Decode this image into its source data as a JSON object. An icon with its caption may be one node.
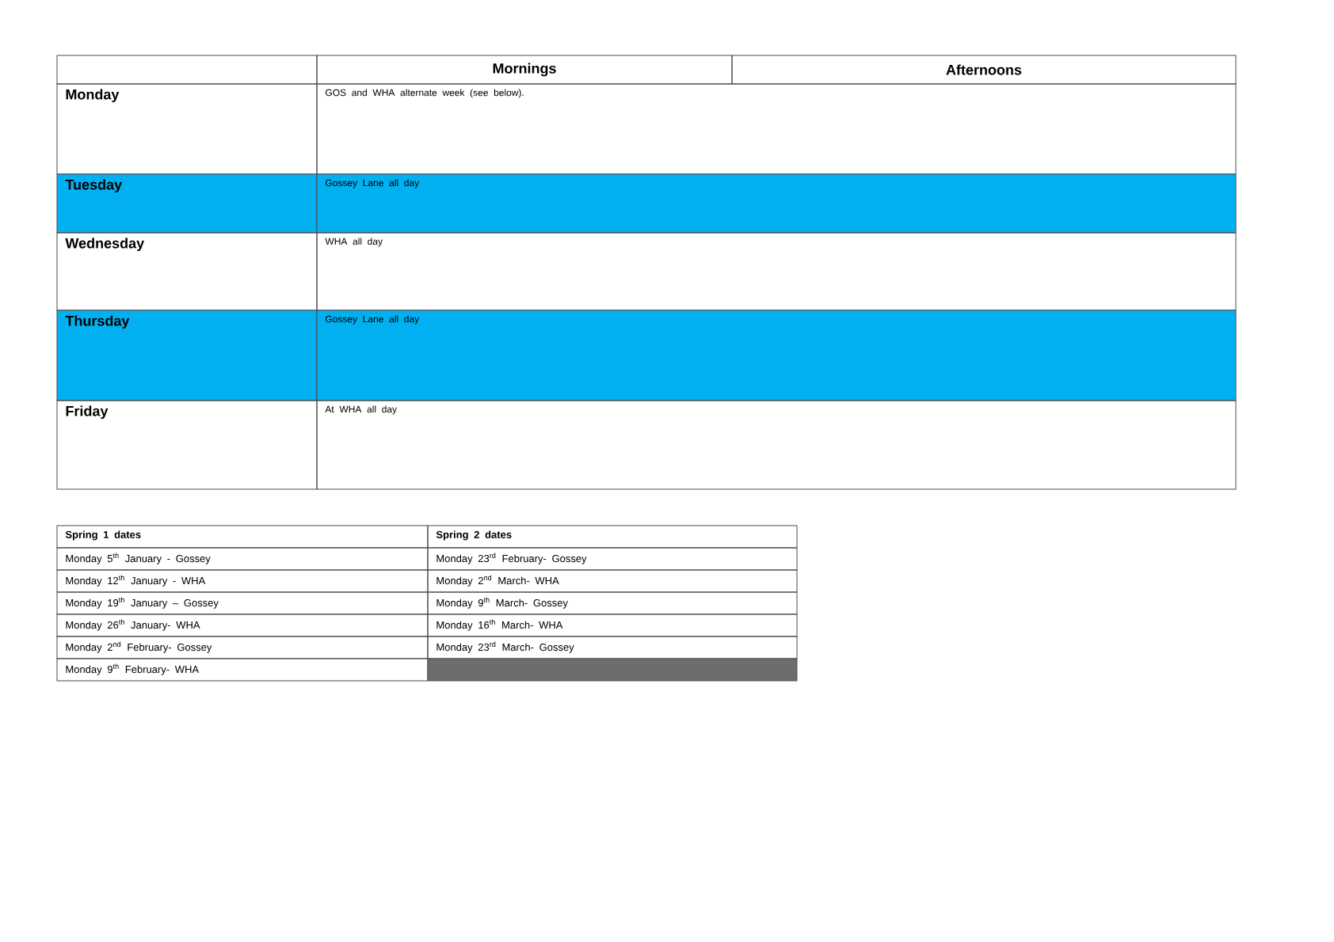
{
  "diagram": {
    "labels": [
      "Mornings",
      "Afternoons",
      "Monday",
      "GOS and WHA alternate week (see below).",
      "Tuesday",
      "Gossey Lane all day",
      "Wednesday",
      "WHA all day",
      "Thursday",
      "Gossey Lane all day",
      "Friday",
      "At WHA all day",
      "Spring 1 dates",
      "Spring 2 dates",
      "Monday 5$^{th}$ January - Gossey",
      "Monday 23$^{rd}$ February- Gossey",
      "Monday 12$^{th}$ January - WHA",
      "Monday 2$^{nd}$ March- WHA",
      "Monday 19$^{th}$ January – Gossey",
      "Monday 9$^{th}$ March- Gossey",
      "Monday 26$^{th}$ January- WHA",
      "Monday 16$^{th}$ March- WHA",
      "Monday 2$^{nd}$ February- Gossey",
      "Monday 23$^{rd}$ March- Gossey",
      "Monday 9$^{th}$ February- WHA"
    ]
  }
}
